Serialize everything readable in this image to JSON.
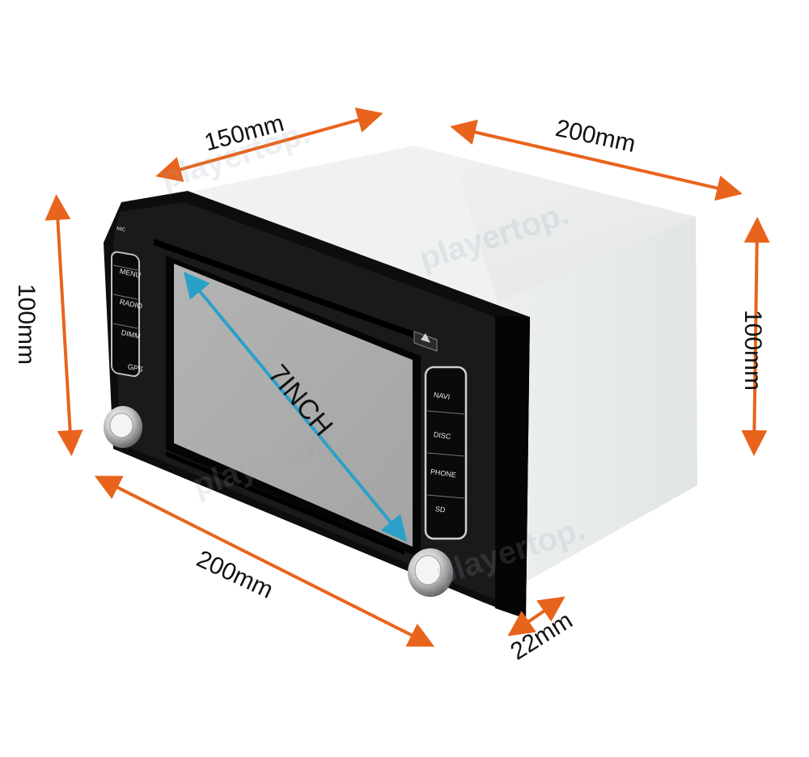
{
  "colors": {
    "arrow": "#e8641c",
    "diagonal": "#2aa0c8",
    "screen": "#aeaeae",
    "bezel": "#0d0d0d",
    "housing": "#eef0f0"
  },
  "dimensions": {
    "top_width": "150mm",
    "top_depth": "200mm",
    "left_height": "100mm",
    "right_height": "100mm",
    "bottom_depth": "200mm",
    "face_thickness": "22mm"
  },
  "screen": {
    "size_label": "7INCH"
  },
  "left_buttons": [
    "MENU",
    "RADIO",
    "DIMM",
    "GPS"
  ],
  "right_buttons": [
    "NAVI",
    "DISC",
    "PHONE",
    "SD"
  ],
  "mic_label": "MIC",
  "watermark": "playertop."
}
